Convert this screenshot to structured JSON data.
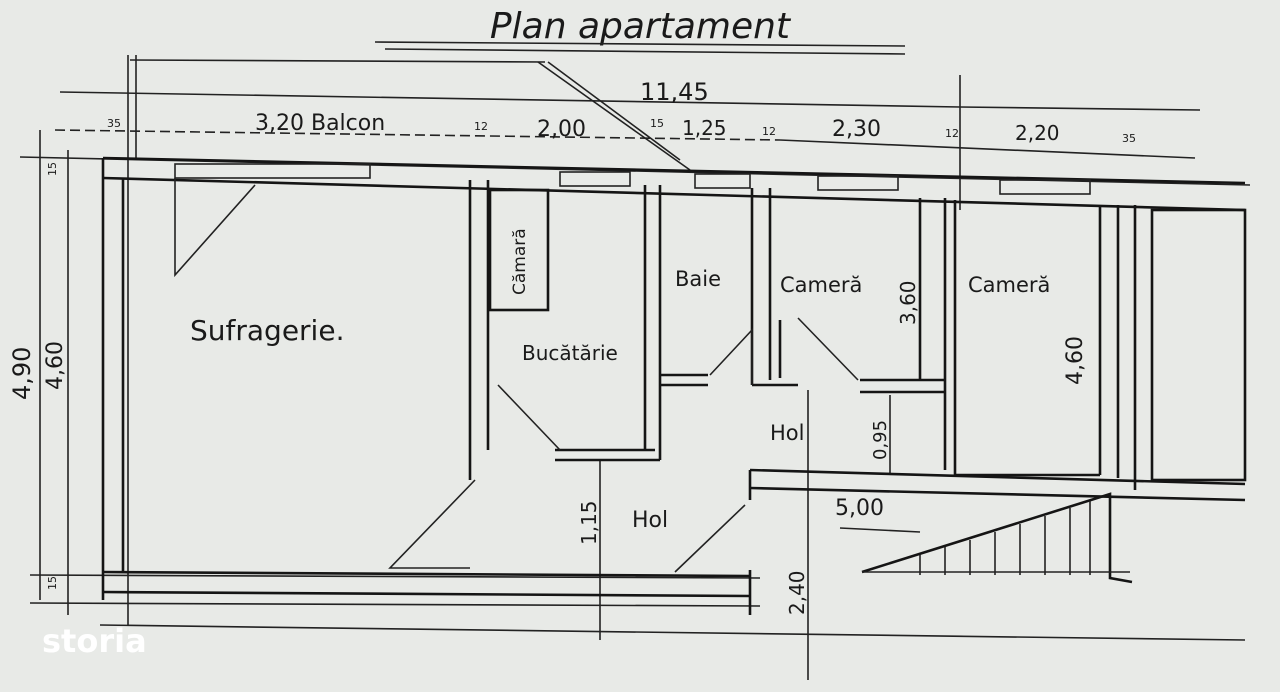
{
  "title": "Plan apartament",
  "dimensions": {
    "total_width": "11,45",
    "balcon": "3,20 Balcon",
    "d_2_00": "2,00",
    "d_1_25": "1,25",
    "d_2_30": "2,30",
    "d_2_20": "2,20",
    "d_5_00": "5,00",
    "d_3_60": "3,60",
    "d_4_60_right": "4,60",
    "d_4_90": "4,90",
    "d_4_60_left": "4,60",
    "d_0_95": "0,95",
    "d_1_15": "1,15",
    "d_2_40": "2,40",
    "wall_35_left": "35",
    "wall_15_top": "15",
    "wall_12_a": "12",
    "wall_15_b": "15",
    "wall_12_c": "12",
    "wall_12_d": "12",
    "wall_35_right": "35",
    "wall_15_bottom": "15"
  },
  "rooms": {
    "sufragerie": "Sufragerie.",
    "camara": "Cămară",
    "bucatarie": "Bucătărie",
    "baie": "Baie",
    "camera1": "Cameră",
    "camera2": "Cameră",
    "hol1": "Hol",
    "hol2": "Hol"
  },
  "watermark": "storia"
}
